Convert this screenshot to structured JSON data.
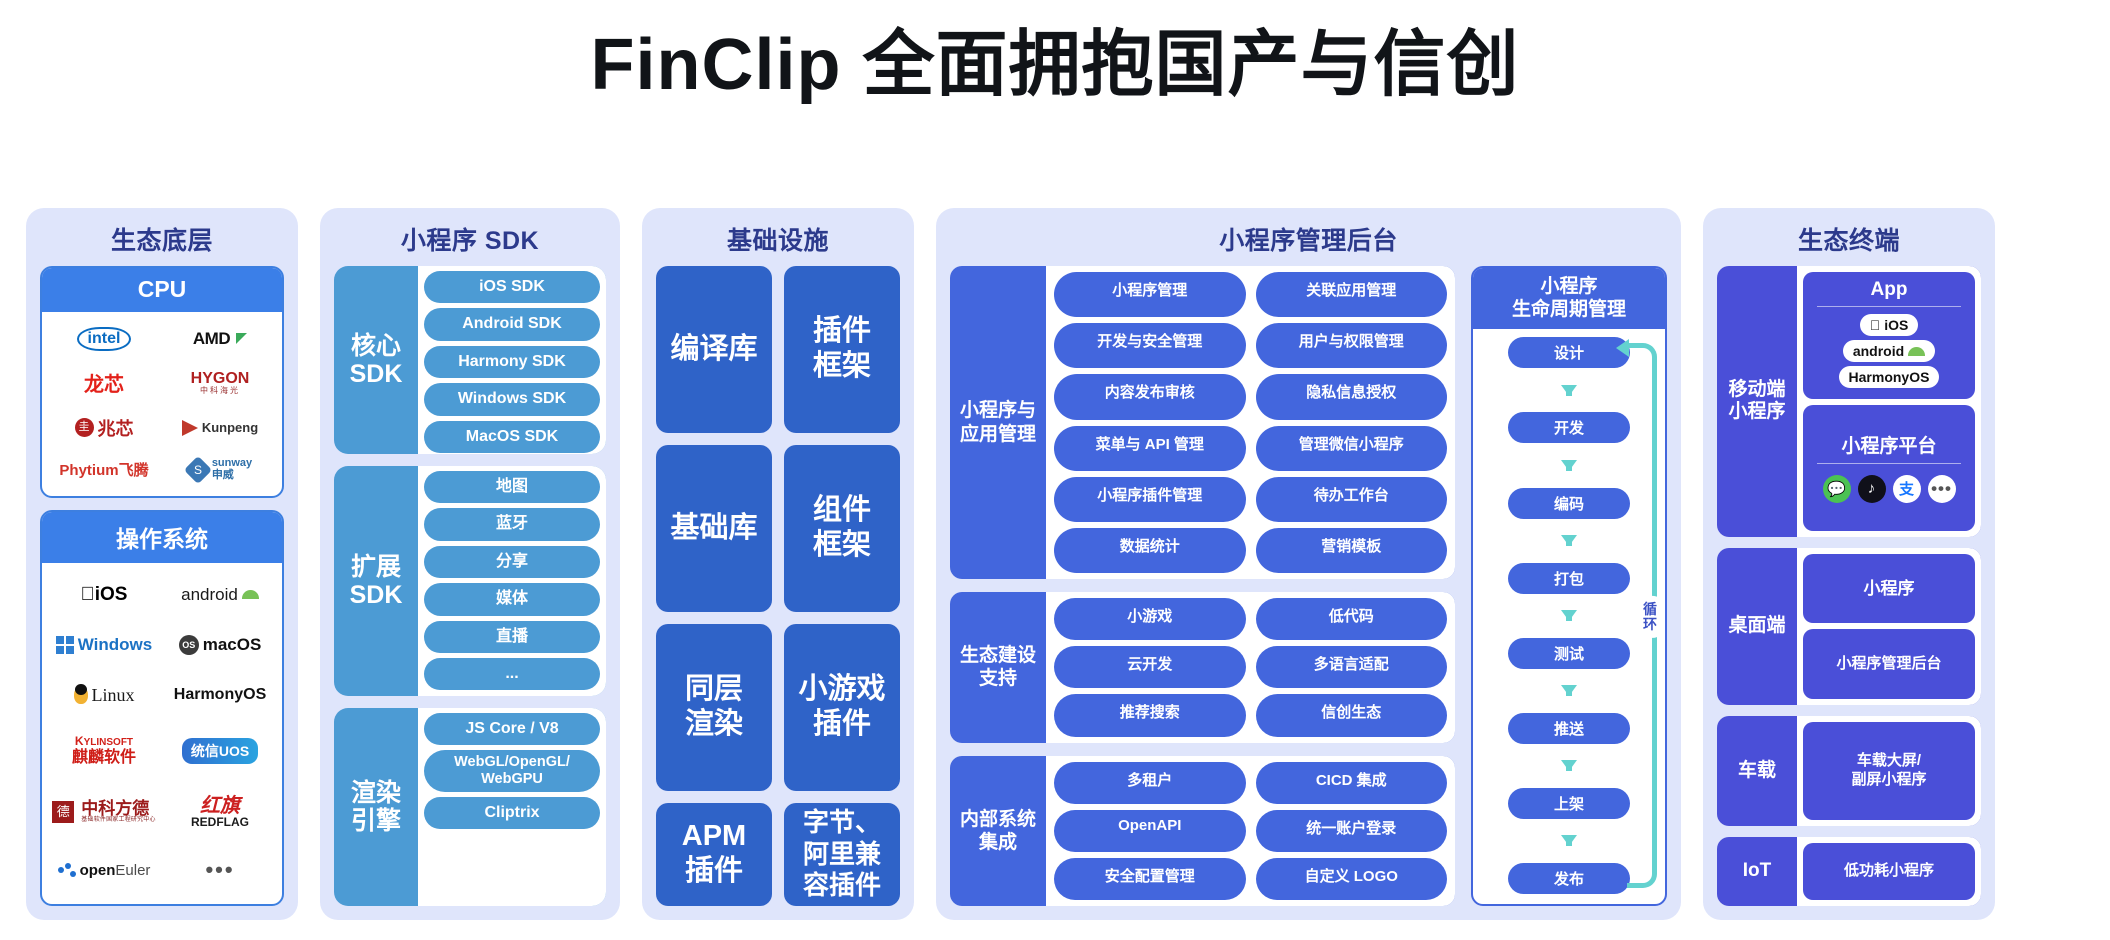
{
  "title": "FinClip 全面拥抱国产与信创",
  "columns": {
    "ecosystem_base": {
      "title": "生态底层",
      "cpu": {
        "head": "CPU",
        "logos": [
          "intel",
          "AMD",
          "龙芯",
          "HYGON 中科海光",
          "兆芯",
          "Kunpeng",
          "Phytium 飞腾",
          "sunway 申威"
        ]
      },
      "os": {
        "head": "操作系统",
        "logos": [
          "iOS",
          "android",
          "Windows",
          "macOS",
          "Linux",
          "HarmonyOS",
          "KYLINSOFT 麒麟软件",
          "统信UOS",
          "中科方德",
          "红旗 REDFLAG",
          "openEuler",
          "•••"
        ]
      }
    },
    "sdk": {
      "title": "小程序 SDK",
      "groups": [
        {
          "label": "核心\nSDK",
          "label_lines": [
            "核心",
            "SDK"
          ],
          "items": [
            "iOS SDK",
            "Android SDK",
            "Harmony SDK",
            "Windows SDK",
            "MacOS SDK"
          ]
        },
        {
          "label_lines": [
            "扩展",
            "SDK"
          ],
          "items": [
            "地图",
            "蓝牙",
            "分享",
            "媒体",
            "直播",
            "..."
          ]
        },
        {
          "label_lines": [
            "渲染",
            "引擎"
          ],
          "items": [
            "JS Core / V8",
            "WebGL/OpenGL/\nWebGPU",
            "Cliptrix"
          ]
        }
      ]
    },
    "infrastructure": {
      "title": "基础设施",
      "cells": [
        "编译库",
        "插件\n框架",
        "基础库",
        "组件\n框架",
        "同层\n渲染",
        "小游戏\n插件",
        "APM\n插件",
        "字节、\n阿里兼\n容插件"
      ],
      "cells_ordered": [
        "编译库",
        "插件\n框架",
        "基础库",
        "组件\n框架",
        "同层\n渲染",
        "小游戏\n插件",
        "APM\n插件",
        "字节、\n阿里兼\n容插件"
      ]
    },
    "admin": {
      "title": "小程序管理后台",
      "groups": [
        {
          "label": "小程序与\n应用管理",
          "label_lines": [
            "小程序与",
            "应用管理"
          ],
          "items": [
            "小程序管理",
            "关联应用管理",
            "开发与安全管理",
            "用户与权限管理",
            "内容发布审核",
            "隐私信息授权",
            "菜单与 API 管理",
            "管理微信小程序",
            "小程序插件管理",
            "待办工作台",
            "数据统计",
            "营销模板"
          ]
        },
        {
          "label_lines": [
            "生态建设",
            "支持"
          ],
          "items": [
            "小游戏",
            "低代码",
            "云开发",
            "多语言适配",
            "推荐搜索",
            "信创生态"
          ]
        },
        {
          "label_lines": [
            "内部系统",
            "集成"
          ],
          "items": [
            "多租户",
            "CICD 集成",
            "OpenAPI",
            "统一账户登录",
            "安全配置管理",
            "自定义 LOGO"
          ]
        }
      ],
      "lifecycle": {
        "head_lines": [
          "小程序",
          "生命周期管理"
        ],
        "steps": [
          "设计",
          "开发",
          "编码",
          "打包",
          "测试",
          "推送",
          "上架",
          "发布"
        ],
        "loop_label_lines": [
          "循",
          "环"
        ]
      }
    },
    "terminals": {
      "title": "生态终端",
      "groups": [
        {
          "label_lines": [
            "移动端",
            "小程序"
          ],
          "boxes": [
            {
              "title": "App",
              "chips": [
                "iOS",
                "android",
                "HarmonyOS"
              ]
            },
            {
              "title": "小程序平台",
              "platforms": [
                "wechat",
                "tiktok",
                "alipay",
                "more"
              ]
            }
          ]
        },
        {
          "label_lines": [
            "桌面端"
          ],
          "simple": [
            "小程序",
            "小程序管理后台"
          ]
        },
        {
          "label_lines": [
            "车载"
          ],
          "simple": [
            "车载大屏/\n副屏小程序"
          ]
        },
        {
          "label_lines": [
            "IoT"
          ],
          "simple": [
            "低功耗小程序"
          ]
        }
      ]
    }
  },
  "colors": {
    "card_bg": "#dfe5fb",
    "card_title": "#2c3a8c",
    "eco_blue": "#3b7fe8",
    "sdk_blue": "#4c9bd4",
    "infra_blue": "#2f63c8",
    "admin_blue": "#4366dd",
    "term_blue": "#4a4fd8",
    "loop_teal": "#63d2cf"
  }
}
